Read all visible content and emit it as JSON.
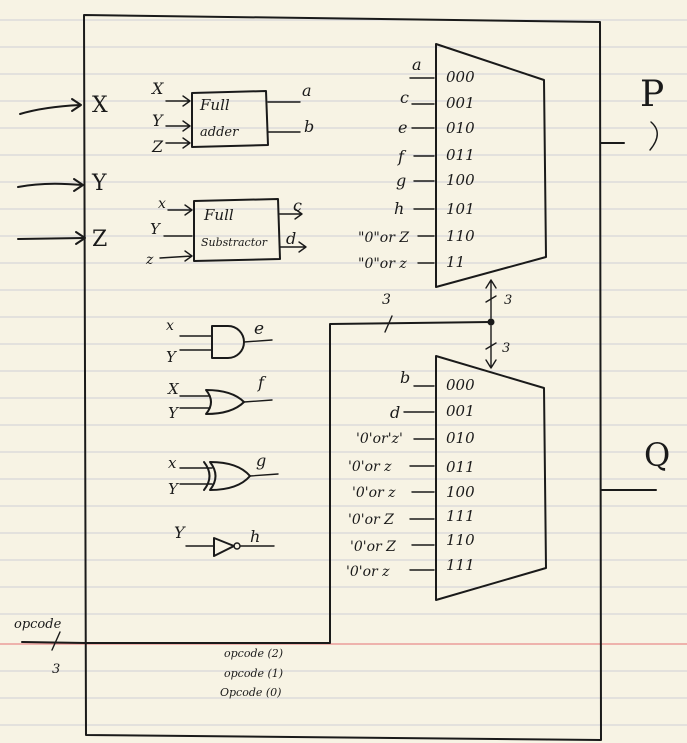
{
  "inputs": {
    "x": "X",
    "y": "Y",
    "z": "Z"
  },
  "outputs": {
    "p": "P",
    "q": "Q"
  },
  "full_adder": {
    "label_line1": "Full",
    "label_line2": "adder",
    "in": [
      "X",
      "Y",
      "Z"
    ],
    "out": [
      "a",
      "b"
    ]
  },
  "full_subtractor": {
    "label_line1": "Full",
    "label_line2": "Substractor",
    "in": [
      "x",
      "Y",
      "z"
    ],
    "out": [
      "c",
      "d"
    ]
  },
  "gates": {
    "and": {
      "in": [
        "x",
        "Y"
      ],
      "out": "e"
    },
    "or": {
      "in": [
        "X",
        "Y"
      ],
      "out": "f"
    },
    "xor": {
      "in": [
        "x",
        "Y"
      ],
      "out": "g"
    },
    "not": {
      "in": "Y",
      "out": "h"
    }
  },
  "mux_p": {
    "inputs": [
      "a",
      "c",
      "e",
      "f",
      "g",
      "h",
      "\"0\"or Z",
      "\"0\"or z"
    ],
    "codes": [
      "000",
      "001",
      "010",
      "011",
      "100",
      "101",
      "110",
      "11"
    ]
  },
  "mux_q": {
    "inputs": [
      "b",
      "d",
      "'0'or'z'",
      "'0'or z",
      "'0'or z",
      "'0'or Z",
      "'0'or Z",
      "'0'or z"
    ],
    "codes": [
      "000",
      "001",
      "010",
      "011",
      "100",
      "111",
      "110",
      "111"
    ]
  },
  "select_bus": {
    "width_main": "3",
    "width_p": "3",
    "width_q": "3"
  },
  "opcode": {
    "label": "opcode",
    "width": "3",
    "bits": [
      "opcode (2)",
      "opcode (1)",
      "Opcode (0)"
    ]
  }
}
